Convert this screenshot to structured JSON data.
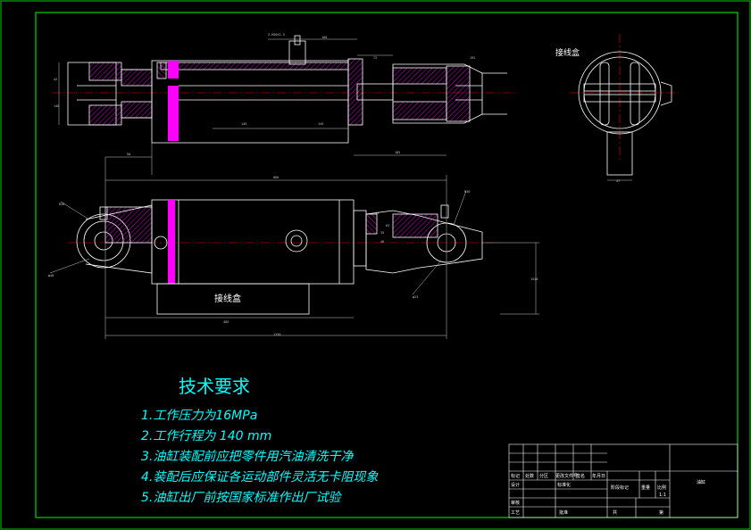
{
  "drawing": {
    "top_view_label": "接线盒",
    "bottom_view_label": "接线盒",
    "dims": {
      "d1": "Z-M20X1.5",
      "d2": "100",
      "d3": "72",
      "d4": "192",
      "d5": "42",
      "d6": "140",
      "d7": "145",
      "d8": "145",
      "d9": "50",
      "d10": "185",
      "d11": "860",
      "d12": "R28",
      "d13": "R30",
      "d14": "45",
      "d15": "63",
      "d16": "35",
      "d17": "40",
      "d18": "1510",
      "d19": "φ40",
      "d20": "φ23",
      "d21": "485",
      "d22": "1150",
      "d23": "47"
    }
  },
  "tech_req": {
    "title": "技术要求",
    "items": [
      "1.工作压力为16MPa",
      "2.工作行程为 140 mm",
      "3.油缸装配前应把零件用汽油清洗干净",
      "4.装配后应保证各运动部件灵活无卡阻现象",
      "5.油缸出厂前按国家标准作出厂试验"
    ]
  },
  "title_block": {
    "name": "油缸",
    "row1": [
      "标记",
      "处数",
      "分区",
      "更改文件号",
      "签名",
      "年月日"
    ],
    "designer": "设计",
    "standardization": "标准化",
    "stage_label": "阶段标记",
    "weight_label": "重量",
    "scale_label": "比例",
    "scale_value": "1:1",
    "reviewer": "审核",
    "process": "工艺",
    "approve": "批准",
    "sheets": "共",
    "sheet": "第"
  },
  "colors": {
    "border": "#00ff00",
    "outline": "#ffffff",
    "hatch": "#ff00ff",
    "center": "#ff0000",
    "text": "#00ffff",
    "dim": "#c8c8c8"
  }
}
